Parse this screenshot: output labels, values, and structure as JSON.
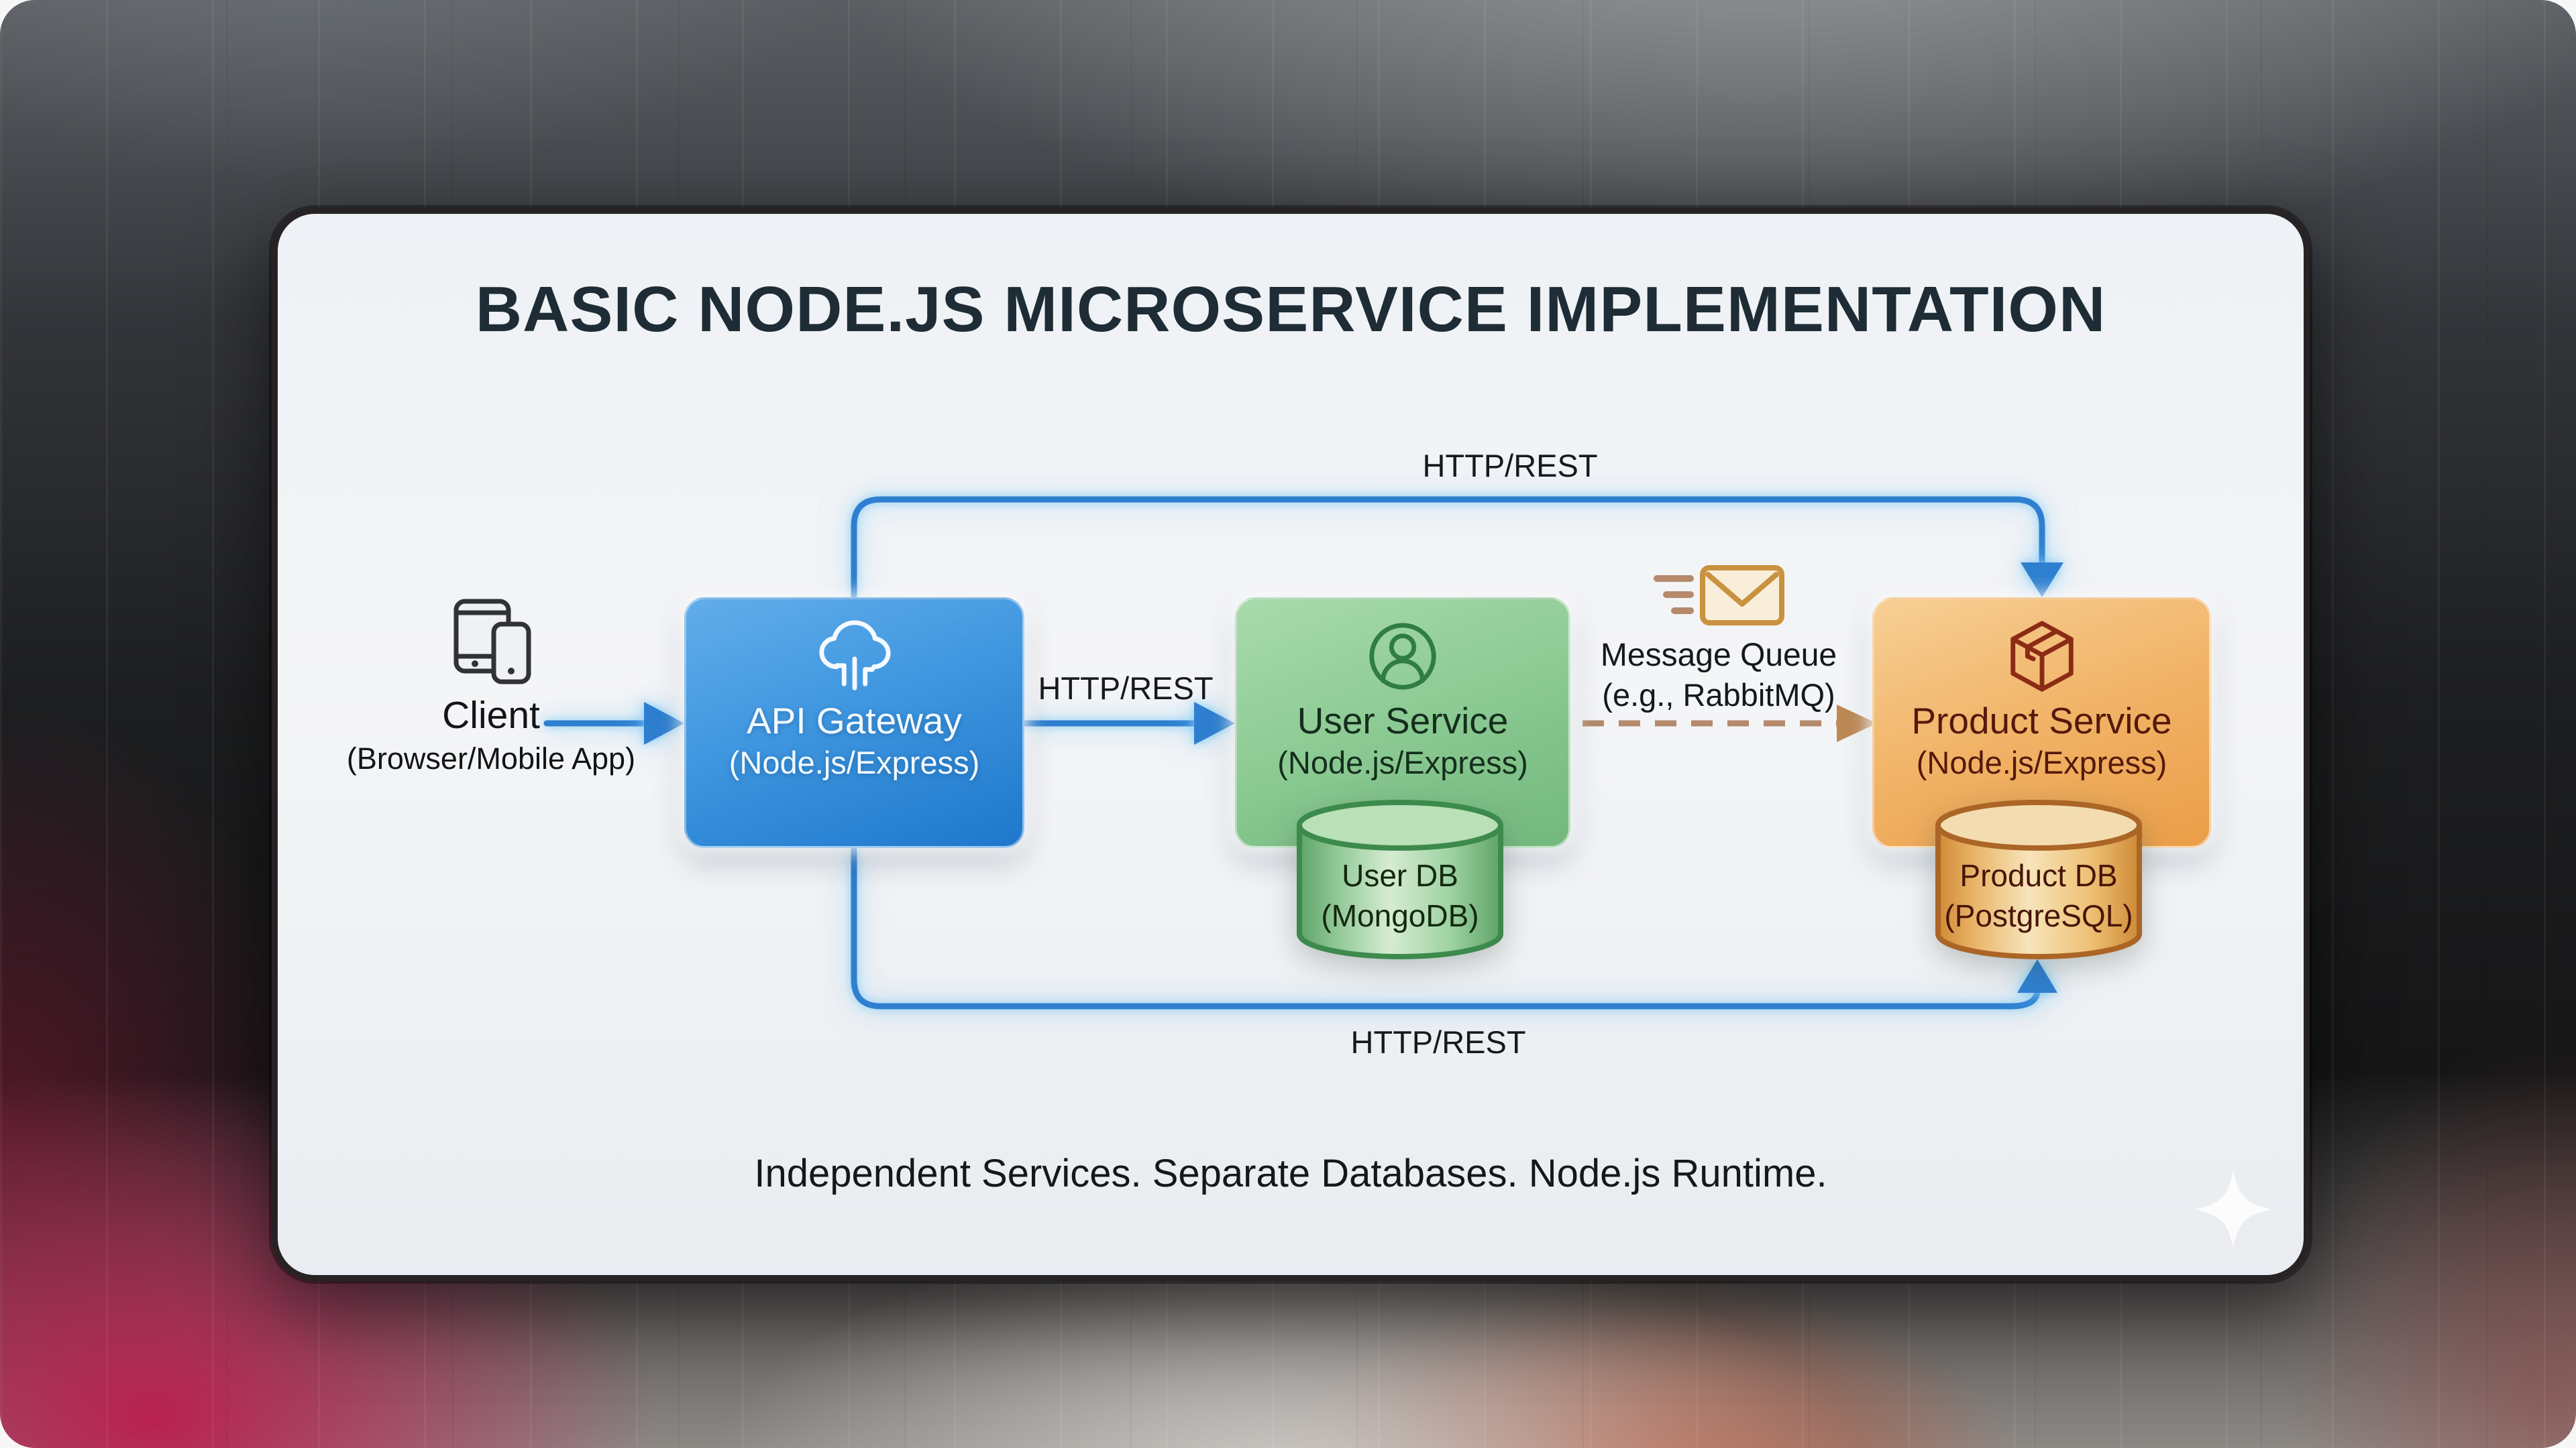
{
  "title": "BASIC NODE.JS MICROSERVICE IMPLEMENTATION",
  "footer": "Independent Services. Separate Databases. Node.js Runtime.",
  "nodes": {
    "client": {
      "label": "Client",
      "sublabel": "(Browser/Mobile App)",
      "icon": "devices-icon"
    },
    "api_gateway": {
      "label": "API Gateway",
      "sublabel": "(Node.js/Express)",
      "icon": "cloud-network-icon"
    },
    "user_service": {
      "label": "User Service",
      "sublabel": "(Node.js/Express)",
      "icon": "user-circle-icon"
    },
    "user_db": {
      "label": "User DB",
      "sublabel": "(MongoDB)",
      "icon": "database-cylinder-icon"
    },
    "message_queue": {
      "label": "Message Queue",
      "sublabel": "(e.g., RabbitMQ)",
      "icon": "envelope-fast-icon"
    },
    "product_service": {
      "label": "Product Service",
      "sublabel": "(Node.js/Express)",
      "icon": "package-box-icon"
    },
    "product_db": {
      "label": "Product DB",
      "sublabel": "(PostgreSQL)",
      "icon": "database-cylinder-icon"
    }
  },
  "edges": {
    "client_to_gateway": {
      "label": ""
    },
    "gateway_to_user_service": {
      "label": "HTTP/REST"
    },
    "gateway_to_product_service_top": {
      "label": "HTTP/REST"
    },
    "gateway_to_product_db_bottom": {
      "label": "HTTP/REST"
    },
    "user_service_to_product_via_queue": {
      "label": ""
    }
  },
  "colors": {
    "edge_blue": "#2e7fd0",
    "queue_dash": "#b5896b",
    "queue_arrow": "#bd8a55",
    "gateway_grad_top": "#62ade9",
    "gateway_grad_bottom": "#1e77cb",
    "gateway_text": "#f2f9ff",
    "user_grad_top": "#a9daac",
    "user_grad_bottom": "#72b87d",
    "user_icon": "#2f7d42",
    "service_text_dark": "#152e1c",
    "product_grad_top": "#f7cf95",
    "product_grad_bottom": "#ea9e48",
    "product_icon": "#8c2b15",
    "product_text": "#55190b",
    "user_db_stroke": "#3c8a4c",
    "product_db_stroke": "#ab6526",
    "envelope_fill": "#f8eed9",
    "envelope_stroke": "#c9923f",
    "title_text": "#1e2c35",
    "body_text": "#15181b",
    "card_border": "#272223"
  }
}
